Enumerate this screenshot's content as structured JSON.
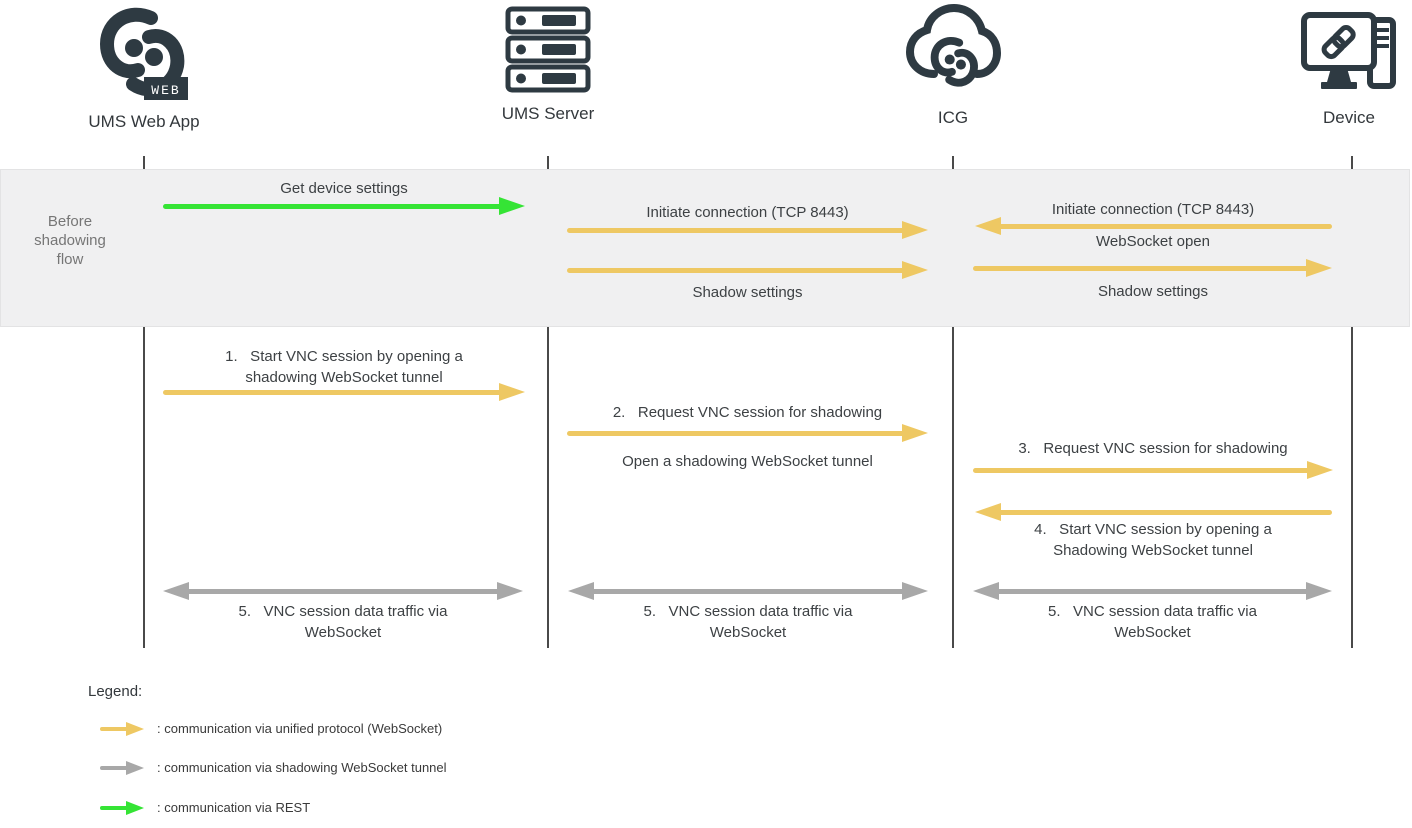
{
  "actors": [
    {
      "name": "UMS Web App",
      "badge": "WEB"
    },
    {
      "name": "UMS Server"
    },
    {
      "name": "ICG"
    },
    {
      "name": "Device"
    }
  ],
  "phase_band": {
    "label": "Before\nshadowing\nflow"
  },
  "flows": {
    "before": {
      "get_device_settings": "Get device settings",
      "initiate_connection_server_icg": "Initiate connection (TCP 8443)",
      "shadow_settings_server_icg": "Shadow settings",
      "initiate_connection_device_icg": "Initiate connection (TCP 8443)",
      "websocket_open": "WebSocket open",
      "shadow_settings_icg_device": "Shadow settings"
    },
    "steps": {
      "step1": "1.   Start VNC session by opening a\nshadowing WebSocket tunnel",
      "step2": "2.   Request VNC session for shadowing",
      "step2_sub": "Open a shadowing WebSocket tunnel",
      "step3": "3.   Request VNC session for shadowing",
      "step4": "4.   Start VNC session by opening a\nShadowing WebSocket tunnel",
      "step5_webapp_server": "5.   VNC session data traffic via\nWebSocket",
      "step5_server_icg": "5.   VNC session data traffic via\nWebSocket",
      "step5_icg_device": "5.   VNC session data traffic via\nWebSocket"
    }
  },
  "legend": {
    "title": "Legend:",
    "items": [
      {
        "color": "#eec863",
        "label": ": communication via unified protocol (WebSocket)"
      },
      {
        "color": "#a8a8a8",
        "label": ": communication via shadowing WebSocket tunnel"
      },
      {
        "color": "#35e435",
        "label": ": communication via REST"
      }
    ]
  },
  "colors": {
    "unified_protocol_arrow": "#eec863",
    "shadow_tunnel_arrow": "#a8a8a8",
    "rest_arrow": "#35e435",
    "icon_dark": "#2e3a42",
    "band_background": "#f0f0f1",
    "lifeline": "#4a4a4a"
  }
}
